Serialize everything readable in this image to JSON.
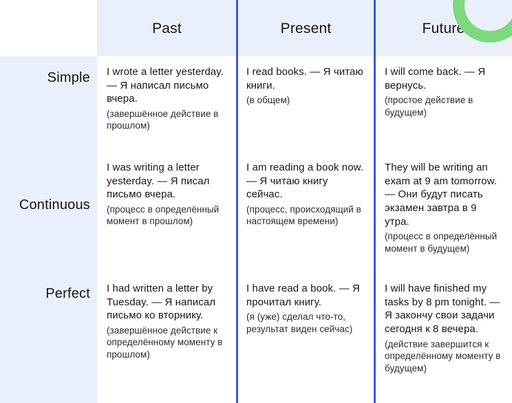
{
  "decor": {
    "ring_color": "#7ed87e",
    "divider_color": "#3a57e8",
    "header_bg": "#eaf0fb",
    "body_bg": "#ffffff",
    "text_color": "#15161a"
  },
  "table": {
    "corner_label": "",
    "column_headers": [
      "Past",
      "Present",
      "Future"
    ],
    "row_headers": [
      "Simple",
      "Continuous",
      "Perfect"
    ],
    "rows": [
      {
        "label": "Simple",
        "cells": [
          {
            "example": "I wrote a letter yesterday.  — Я написал письмо вчера.",
            "note": "(завершённое действие в прошлом)"
          },
          {
            "example": "I read books. — Я читаю книги.",
            "note": "(в общем)"
          },
          {
            "example": "I will come back. — Я вернусь.",
            "note": "(простое действие в будущем)"
          }
        ]
      },
      {
        "label": "Continuous",
        "cells": [
          {
            "example": "I was writing a letter yesterday. — Я писал письмо вчера.",
            "note": "(процесс в определённый момент в прошлом)"
          },
          {
            "example": "I am reading a book now. — Я читаю книгу сейчас.",
            "note": "(процесс, происходящий в настоящем времени)"
          },
          {
            "example": "They will be writing an exam at 9 am tomorrow. — Они будут писать экзамен завтра в 9 утра.",
            "note": "(процесс в определённый момент в будущем)"
          }
        ]
      },
      {
        "label": "Perfect",
        "cells": [
          {
            "example": "I had written a letter by Tuesday. — Я написал письмо ко вторнику.",
            "note": "(завершённое действие к определённому моменту в прошлом)"
          },
          {
            "example": "I have read a book. — Я прочитал книгу.",
            "note": "(я (уже) сделал что-то, результат виден сейчас)"
          },
          {
            "example": "I will have finished my tasks by 8 pm tonight. — Я закончу свои задачи сегодня к 8 вечера.",
            "note": "(действие завершится к определённому моменту в будущем)"
          }
        ]
      }
    ]
  }
}
